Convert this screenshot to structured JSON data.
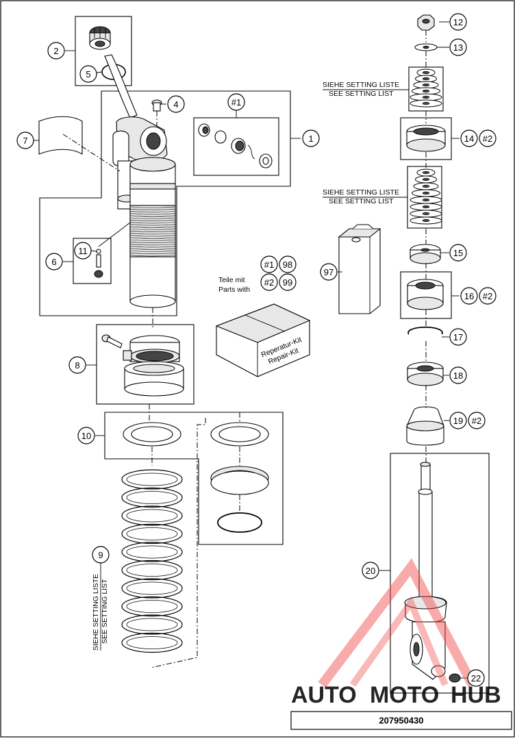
{
  "diagram": {
    "document_number": "207950430",
    "callouts": {
      "c1": "1",
      "c2": "2",
      "c4": "4",
      "c5": "5",
      "c6": "6",
      "c7": "7",
      "c8": "8",
      "c9": "9",
      "c10": "10",
      "c11": "11",
      "c12": "12",
      "c13": "13",
      "c14": "14",
      "c15": "15",
      "c16": "16",
      "c17": "17",
      "c18": "18",
      "c19": "19",
      "c20": "20",
      "c22": "22",
      "c97": "97",
      "c98": "98",
      "c99": "99",
      "h1_top": "#1",
      "h1_kit": "#1",
      "h2_kit": "#2",
      "h2_14": "#2",
      "h2_16": "#2",
      "h2_19": "#2"
    },
    "notes": {
      "setting_de": "SIEHE SETTING LISTE",
      "setting_en": "SEE SETTING LIST",
      "parts_de": "Teile mit",
      "parts_en": "Parts with",
      "kit_label_de": "Reperatur-Kit",
      "kit_label_en": "Repair-Kit"
    },
    "watermark": {
      "part1": "AUTO",
      "part2": "MOTO",
      "part3": "HUB",
      "color_auto": "#f4c98a",
      "color_moto": "#f08a86",
      "color_hub": "#9a9a9a",
      "triangle_color": "#f04a48"
    }
  }
}
